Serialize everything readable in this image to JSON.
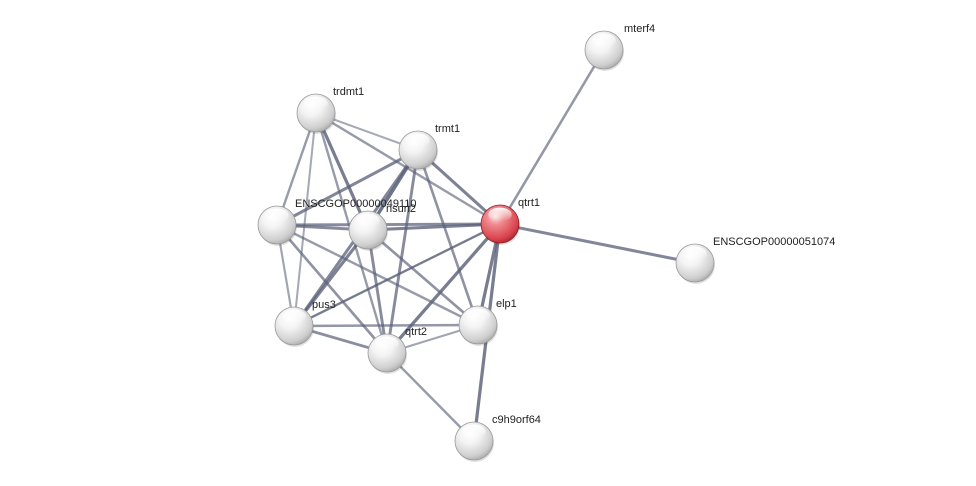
{
  "network": {
    "query_color": "#e0404a",
    "node_color": "#e4e4e4",
    "edge_color": "#5a6078",
    "nodes": [
      {
        "id": "mterf4",
        "label": "mterf4",
        "query": false
      },
      {
        "id": "trdmt1",
        "label": "trdmt1",
        "query": false
      },
      {
        "id": "trmt1",
        "label": "trmt1",
        "query": false
      },
      {
        "id": "ENSCGOP00000049110",
        "label": "ENSCGOP00000049110",
        "query": false
      },
      {
        "id": "nsun2",
        "label": "nsun2",
        "query": false
      },
      {
        "id": "qtrt1",
        "label": "qtrt1",
        "query": true
      },
      {
        "id": "ENSCGOP00000051074",
        "label": "ENSCGOP00000051074",
        "query": false
      },
      {
        "id": "pus3",
        "label": "pus3",
        "query": false
      },
      {
        "id": "elp1",
        "label": "elp1",
        "query": false
      },
      {
        "id": "qtrt2",
        "label": "qtrt2",
        "query": false
      },
      {
        "id": "c9h9orf64",
        "label": "c9h9orf64",
        "query": false
      }
    ],
    "edges": [
      {
        "source": "qtrt1",
        "target": "mterf4",
        "weight": 0.55
      },
      {
        "source": "qtrt1",
        "target": "ENSCGOP00000051074",
        "weight": 0.75
      },
      {
        "source": "qtrt1",
        "target": "trmt1",
        "weight": 0.8
      },
      {
        "source": "qtrt1",
        "target": "trdmt1",
        "weight": 0.5
      },
      {
        "source": "qtrt1",
        "target": "ENSCGOP00000049110",
        "weight": 0.7
      },
      {
        "source": "qtrt1",
        "target": "nsun2",
        "weight": 0.8
      },
      {
        "source": "qtrt1",
        "target": "elp1",
        "weight": 0.85
      },
      {
        "source": "qtrt1",
        "target": "qtrt2",
        "weight": 0.85
      },
      {
        "source": "qtrt1",
        "target": "pus3",
        "weight": 0.5
      },
      {
        "source": "qtrt1",
        "target": "c9h9orf64",
        "weight": 0.85
      },
      {
        "source": "trdmt1",
        "target": "trmt1",
        "weight": 0.35
      },
      {
        "source": "trdmt1",
        "target": "ENSCGOP00000049110",
        "weight": 0.5
      },
      {
        "source": "trdmt1",
        "target": "nsun2",
        "weight": 0.85
      },
      {
        "source": "trdmt1",
        "target": "pus3",
        "weight": 0.35
      },
      {
        "source": "trdmt1",
        "target": "qtrt2",
        "weight": 0.5
      },
      {
        "source": "trmt1",
        "target": "nsun2",
        "weight": 0.95
      },
      {
        "source": "trmt1",
        "target": "ENSCGOP00000049110",
        "weight": 0.75
      },
      {
        "source": "trmt1",
        "target": "pus3",
        "weight": 0.75
      },
      {
        "source": "trmt1",
        "target": "qtrt2",
        "weight": 0.7
      },
      {
        "source": "trmt1",
        "target": "elp1",
        "weight": 0.6
      },
      {
        "source": "ENSCGOP00000049110",
        "target": "nsun2",
        "weight": 0.7
      },
      {
        "source": "ENSCGOP00000049110",
        "target": "pus3",
        "weight": 0.4
      },
      {
        "source": "ENSCGOP00000049110",
        "target": "qtrt2",
        "weight": 0.6
      },
      {
        "source": "ENSCGOP00000049110",
        "target": "elp1",
        "weight": 0.5
      },
      {
        "source": "nsun2",
        "target": "pus3",
        "weight": 0.8
      },
      {
        "source": "nsun2",
        "target": "qtrt2",
        "weight": 0.7
      },
      {
        "source": "nsun2",
        "target": "elp1",
        "weight": 0.6
      },
      {
        "source": "pus3",
        "target": "qtrt2",
        "weight": 0.65
      },
      {
        "source": "pus3",
        "target": "elp1",
        "weight": 0.55
      },
      {
        "source": "pus3",
        "target": "qtrt1",
        "weight": 0.35
      },
      {
        "source": "qtrt2",
        "target": "elp1",
        "weight": 0.4
      },
      {
        "source": "qtrt2",
        "target": "c9h9orf64",
        "weight": 0.5
      }
    ]
  }
}
